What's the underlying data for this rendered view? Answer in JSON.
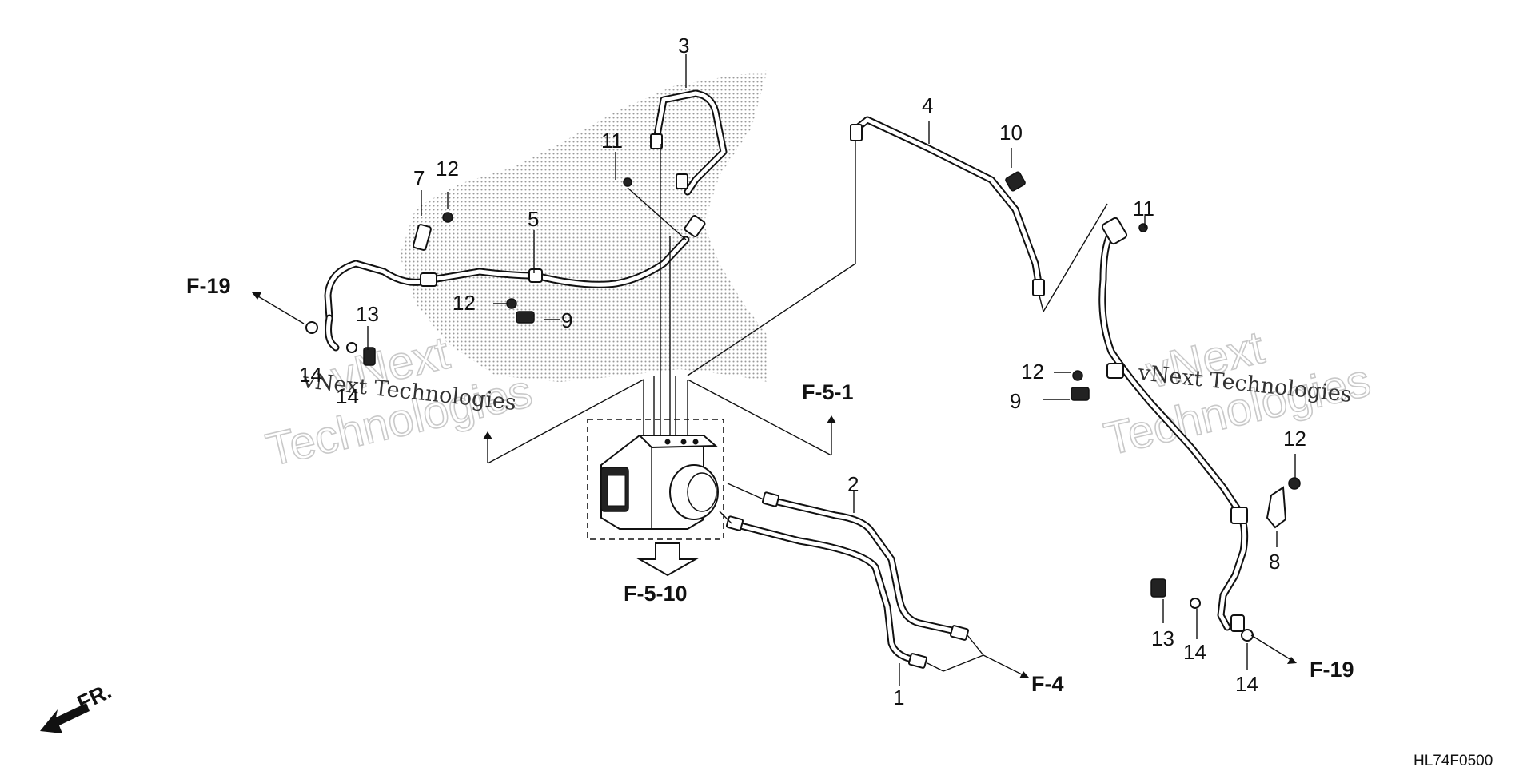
{
  "diagram_code": "HL74F0500",
  "watermark": {
    "large_left": [
      "vNext",
      "Technologies"
    ],
    "large_right": [
      "vNext",
      "Technologies"
    ],
    "small_text": "vNext Technologies"
  },
  "callouts": {
    "p1": "1",
    "p2": "2",
    "p3": "3",
    "p4": "4",
    "p5": "5",
    "p7": "7",
    "p8": "8",
    "p9a": "9",
    "p9b": "9",
    "p10": "10",
    "p11a": "11",
    "p11b": "11",
    "p12a": "12",
    "p12b": "12",
    "p12c": "12",
    "p12d": "12",
    "p13a": "13",
    "p13b": "13",
    "p14a": "14",
    "p14b": "14",
    "p14c": "14",
    "p14d": "14"
  },
  "references": {
    "f19_left": "F-19",
    "f19_right": "F-19",
    "f51": "F-5-1",
    "f510": "F-5-10",
    "f4": "F-4"
  },
  "front_label": "FR."
}
